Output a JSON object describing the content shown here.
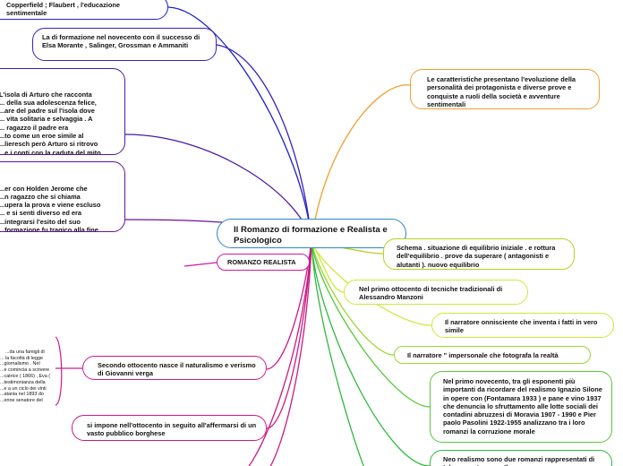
{
  "central": {
    "title": "Il Romanzo di formazione e Realista e Psicologico",
    "border_color": "#2e86c1"
  },
  "left_branches": {
    "copperfield": {
      "text": "Copperfield ; Flaubert , l'educazione sentimentale",
      "color": "#2020cc"
    },
    "novecento": {
      "text": "La di formazione nel novecento con il successo di Elsa Morante , Salinger, Grossman e Ammaniti",
      "color": "#3a22b8"
    },
    "arturo": {
      "text": "L'isola di Arturo che racconta\n... della sua adolescenza felice,\n...are del padre sul l'isola dove\n... vita solitaria e selvaggia . A\n... ragazzo il padre era\n...to come un eroe simile al\n...lieresch però Arturo si ritrovo\n...e i conti con la caduta del mito\n... necessità di camminare da solo\n... guida",
      "color": "#4a1aa8"
    },
    "salinger": {
      "text": "...er con Holden Jerome che\n...n ragazzo che si chiama\n...upera la prova e viene escluso\n... e si senti diverso ed era\n...integrarsi l'esito del suo\n...formazione fu tragico alla fine\n... Holden si ritrovo in una clinica",
      "color": "#6a1298"
    }
  },
  "romanzo_realista": {
    "text": "ROMANZO REALISTA",
    "color": "#cc1aa8"
  },
  "verga": {
    "text": "Secondo ottocento nasce il naturalismo e verismo di Giovanni verga",
    "color": "#cc1a90"
  },
  "verga_leaf": {
    "text": "...da una famigli di\n... la facoltà di legge\n...giornalismo . Nel\n...e comincia a scrivere\n...catrice ( 1866) , Eva (\n...testimonianza della\n...e a un ciclo dei vinti\n...atania nel 1893 do\n...enne senatore del",
    "color": "#cc1a90"
  },
  "pubblico": {
    "text": "si impone nell'ottocento in seguito all'affermarsi di un vasto pubblico borghese",
    "color": "#cc1a80"
  },
  "right_branches": {
    "caratteristiche": {
      "text": "Le caratteristiche presentano l'evoluzione della personalità dei protagonista e diverse prove e conquiste a ruoli della società e avventure sentimentali",
      "color": "#f0a030"
    },
    "schema": {
      "text": "Schema . situazione di equilibrio iniziale . e rottura dell'equilibrio . prove da superare ( antagonisti e alutanti ). nuovo equilibrio",
      "color": "#b8d020"
    },
    "manzoni": {
      "text": "Nel primo ottocento di tecniche tradizionali di Alessandro Manzoni",
      "color": "#cfe838"
    },
    "onnisciente": {
      "text": "Il narratore onnisciente che inventa i fatti in vero simile",
      "color": "#cfe838"
    },
    "impersonale": {
      "text": "Il narratore \" impersonale che fotografa la realtà",
      "color": "#9ad830"
    },
    "novecento_realismo": {
      "text": "Nel primo novecento, tra gli esponenti più importanti da ricordare del realismo Ignazio Silone in opere con (Fontamara 1933 ) e pane e vino 1937 che denuncia lo sfruttamento alle lotte sociali dei contadini abruzzesi di Moravia 1907 - 1990 e Pier paolo Pasolini 1922-1955 analizzano tra i loro romanzi la corruzione morale",
      "color": "#58c838"
    },
    "neorealismo": {
      "text": "Neo realismo sono due romanzi rappresentati di tale corrente, sono Il",
      "color": "#30b840"
    }
  }
}
